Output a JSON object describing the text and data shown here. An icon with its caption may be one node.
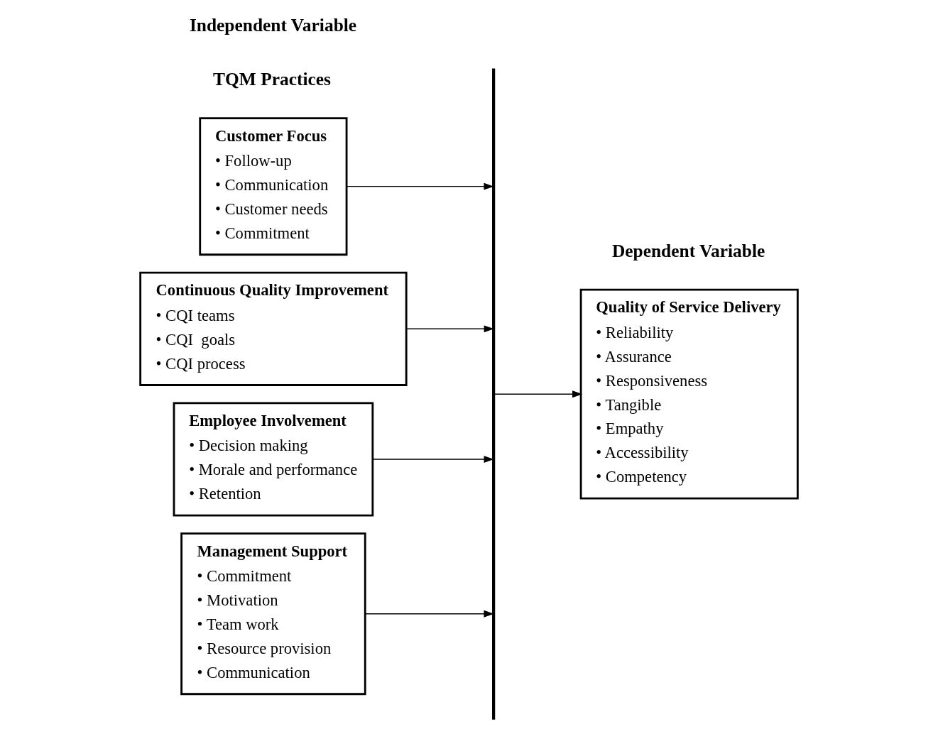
{
  "diagram": {
    "nodes": [
      {
        "text": [
          "Customer Focus",
          "• Follow-up",
          "• Communication",
          "• Customer needs",
          "• Commitment"
        ]
      },
      {
        "text": [
          "Continuous Quality Improvement",
          "• CQI teams",
          "• CQI  goals",
          "• CQI process"
        ]
      },
      {
        "text": [
          "Employee Involvement",
          "• Decision making",
          "• Morale and performance",
          "• Retention"
        ]
      },
      {
        "text": [
          "Management Support",
          "• Commitment",
          "• Motivation",
          "• Team work",
          "• Resource provision",
          "• Communication"
        ]
      },
      {
        "text": [],
        "shape": "bar"
      },
      {
        "text": [
          "Quality of Service Delivery",
          "• Reliability",
          "• Assurance",
          "• Responsiveness",
          "• Tangible",
          "• Empathy",
          "• Accessibility",
          "• Competency"
        ]
      }
    ],
    "edges": [
      {
        "from": 0,
        "to": 4,
        "arrow": "to"
      },
      {
        "from": 1,
        "to": 4,
        "arrow": "to"
      },
      {
        "from": 2,
        "to": 4,
        "arrow": "to"
      },
      {
        "from": 3,
        "to": 4,
        "arrow": "to"
      },
      {
        "from": 4,
        "to": 5,
        "arrow": "to"
      }
    ],
    "labels": [
      "Independent Variable",
      "Dependent Variable",
      "TQM Practices"
    ]
  }
}
